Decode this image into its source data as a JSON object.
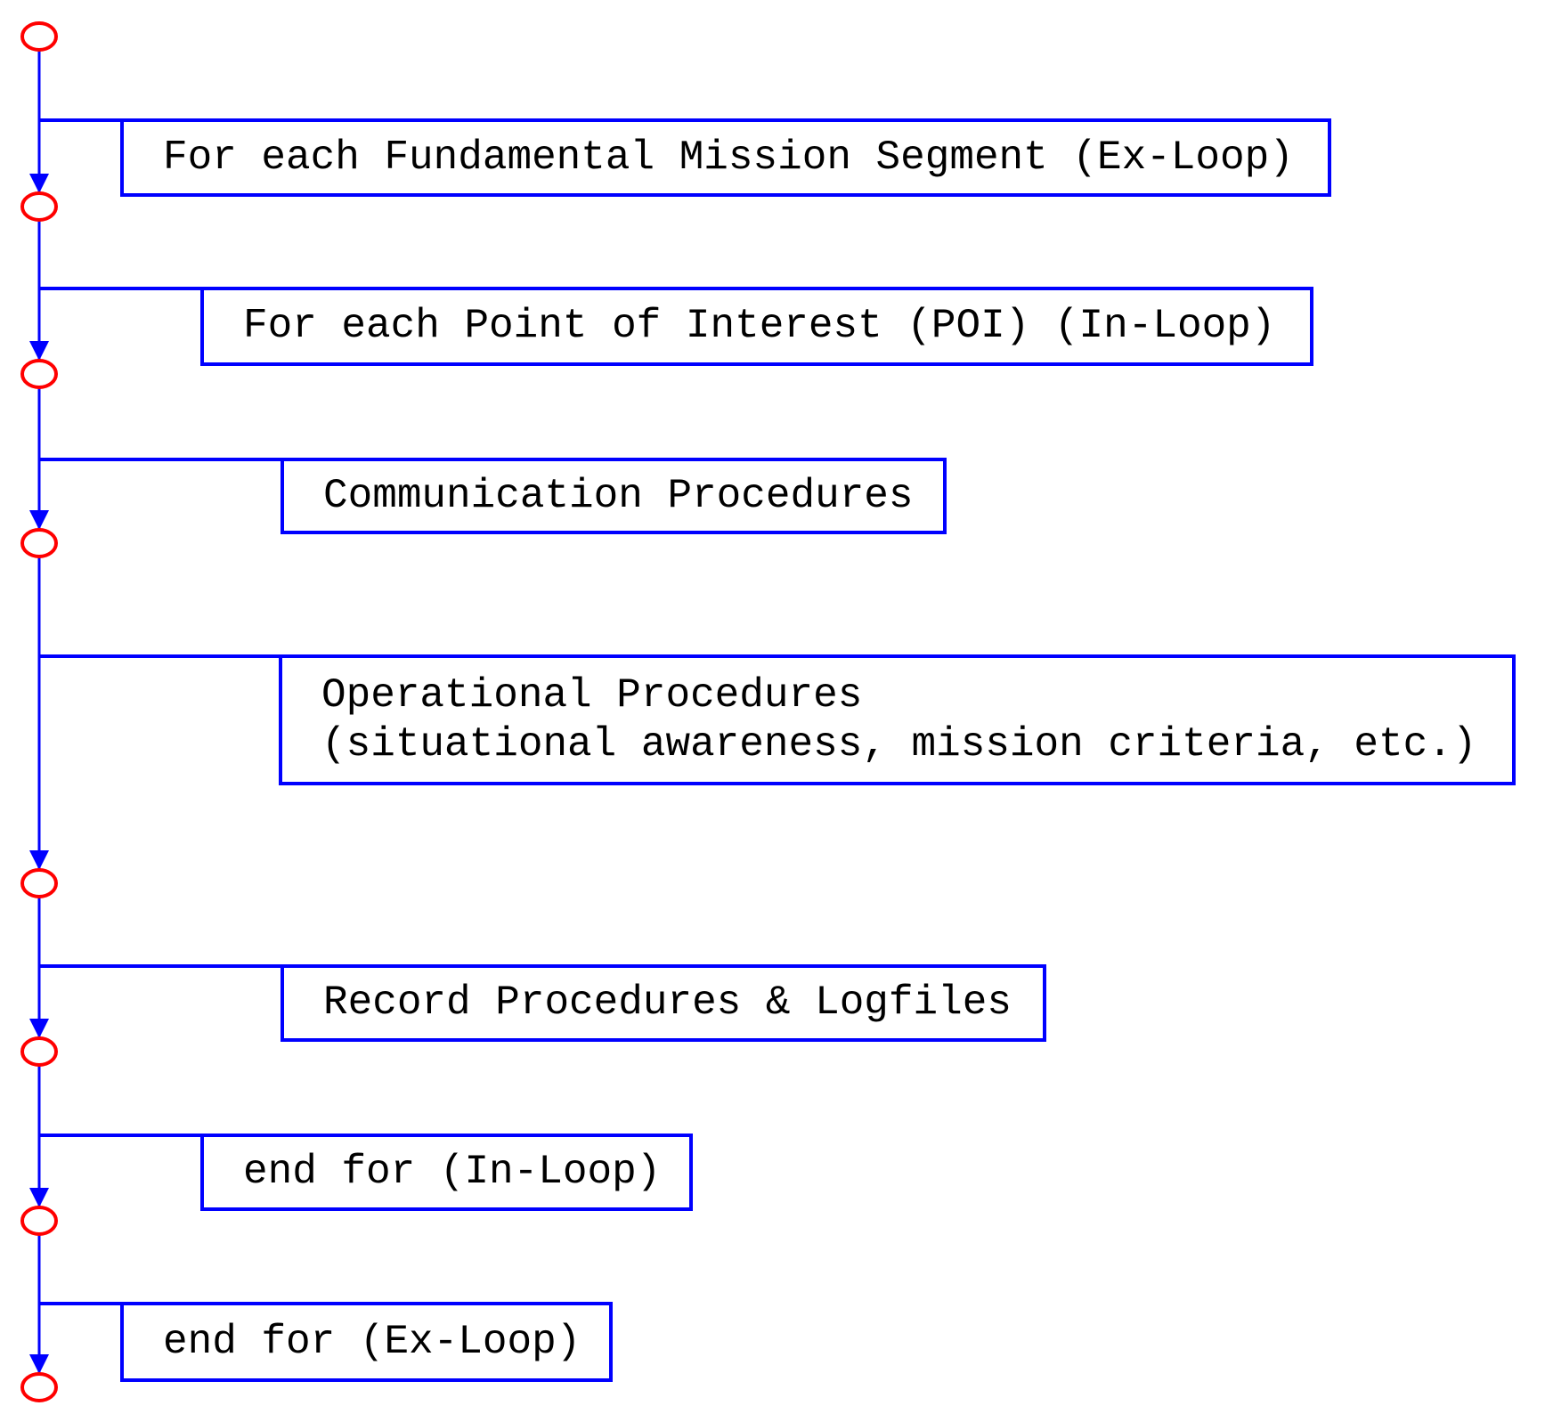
{
  "diagram": {
    "colors": {
      "line_blue": "#0000FF",
      "node_red": "#FF0000",
      "text_black": "#000000",
      "background_white": "#FFFFFF"
    },
    "boxes": [
      {
        "lines": [
          "For each Fundamental Mission Segment (Ex-Loop)"
        ]
      },
      {
        "lines": [
          "For each Point of Interest (POI) (In-Loop)"
        ]
      },
      {
        "lines": [
          "Communication Procedures"
        ]
      },
      {
        "lines": [
          "Operational Procedures",
          "(situational awareness, mission criteria, etc.)"
        ]
      },
      {
        "lines": [
          "Record Procedures & Logfiles"
        ]
      },
      {
        "lines": [
          "end for (In-Loop)"
        ]
      },
      {
        "lines": [
          "end for (Ex-Loop)"
        ]
      }
    ]
  }
}
